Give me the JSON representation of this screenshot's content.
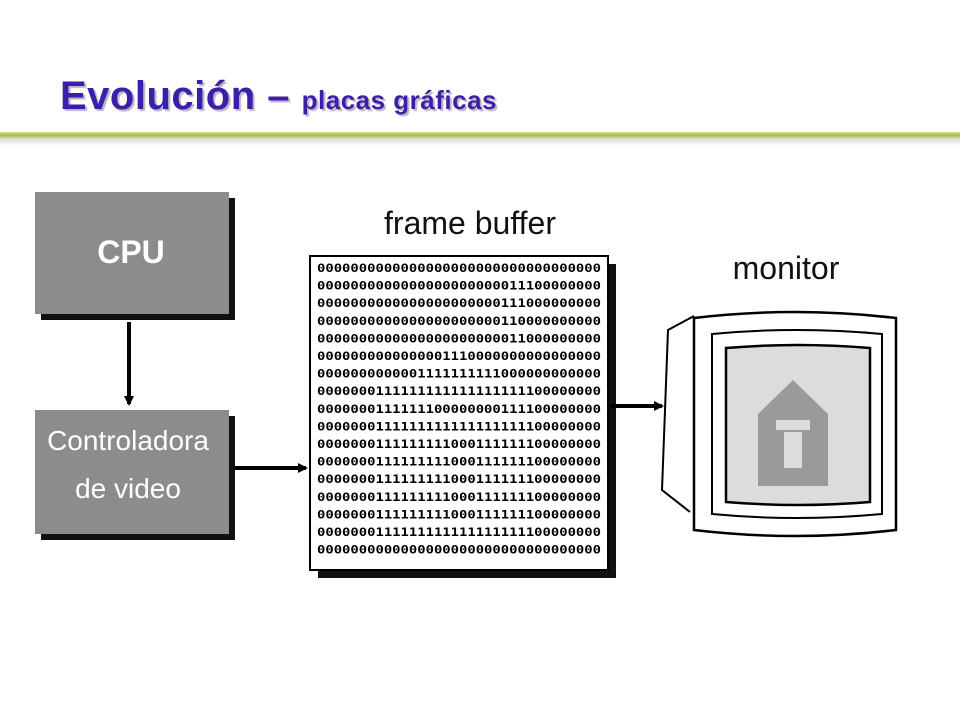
{
  "slide": {
    "title_main": "Evolución –",
    "title_sub": "placas gráficas"
  },
  "diagram": {
    "cpu_label": "CPU",
    "controller_label_line1": "Controladora",
    "controller_label_line2": "de video",
    "framebuffer_label": "frame buffer",
    "monitor_label": "monitor",
    "framebuffer_rows": [
      "0000000000000000000000000000000000",
      "0000000000000000000000011100000000",
      "0000000000000000000000111000000000",
      "0000000000000000000000110000000000",
      "0000000000000000000000011000000000",
      "0000000000000001110000000000000000",
      "0000000000001111111111000000000000",
      "0000000111111111111111111100000000",
      "0000000111111100000000111100000000",
      "0000000111111111111111111100000000",
      "0000000111111111000111111100000000",
      "0000000111111111000111111100000000",
      "0000000111111111000111111100000000",
      "0000000111111111000111111100000000",
      "0000000111111111000111111100000000",
      "0000000111111111111111111100000000",
      "0000000000000000000000000000000000"
    ]
  },
  "colors": {
    "title": "#3b1fa8",
    "box_fill": "#8c8c8c",
    "rule": "#8fa832"
  }
}
